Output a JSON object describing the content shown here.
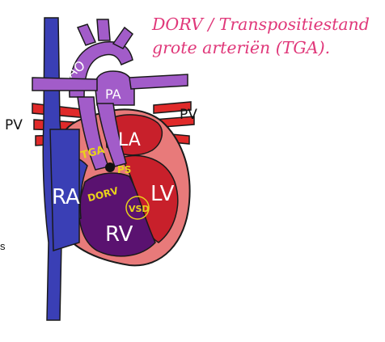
{
  "title": {
    "line1": "DORV / Transpositiestand",
    "line2": "grote arteriën (TGA)."
  },
  "side_text": "s",
  "labels": {
    "ao": "AO",
    "pa": "PA",
    "pv_left": "PV",
    "pv_right": "PV",
    "la": "LA",
    "ra": "RA",
    "lv": "LV",
    "rv": "RV",
    "tga": "TGA",
    "ps": "PS",
    "dorv": "DORV",
    "vsd": "VSD"
  },
  "colors": {
    "title": "#e0387a",
    "vena_cava": "#3a3fb5",
    "aorta_pa": "#a25cc9",
    "heart_outer": "#e87a7a",
    "left_heart": "#c8202b",
    "right_ventricle": "#5a1270",
    "pv_red": "#e02a2a",
    "abbreviation_yellow": "#e8d21a"
  }
}
